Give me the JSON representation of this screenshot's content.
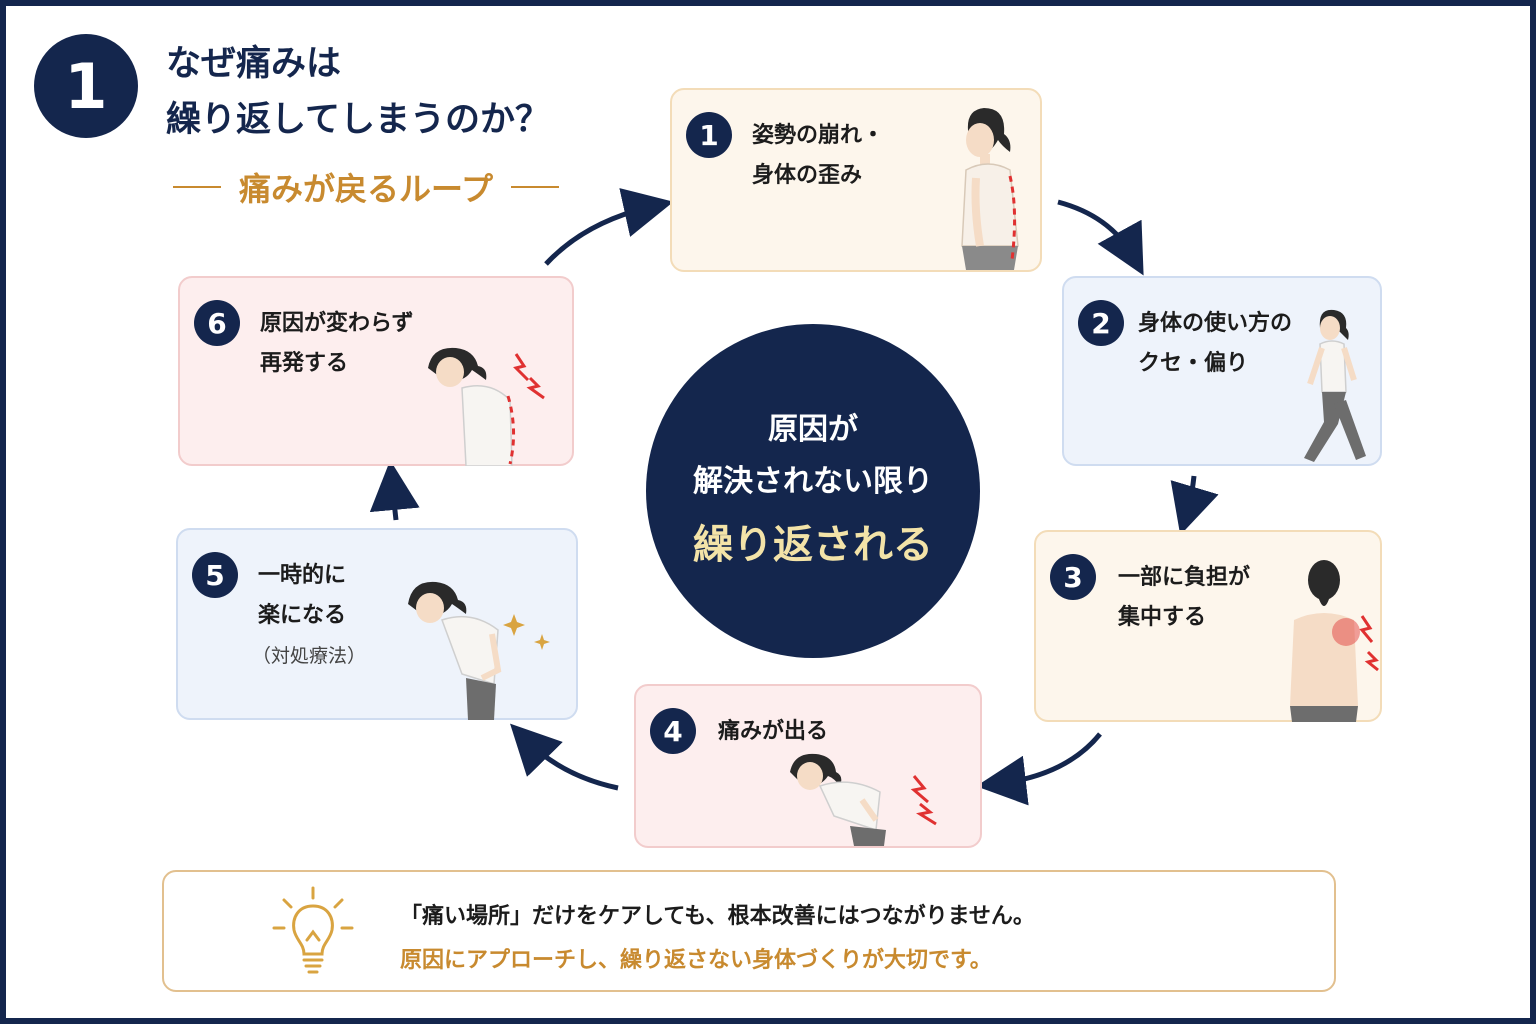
{
  "header": {
    "number": "1",
    "title_line1": "なぜ痛みは",
    "title_line2": "繰り返してしまうのか？",
    "subtitle": "痛みが戻るループ"
  },
  "center": {
    "line1": "原因が",
    "line2": "解決されない限り",
    "line3": "繰り返される"
  },
  "steps": [
    {
      "number": "1",
      "line1": "姿勢の崩れ・",
      "line2": "身体の歪み",
      "theme": "beige"
    },
    {
      "number": "2",
      "line1": "身体の使い方の",
      "line2": "クセ・偏り",
      "theme": "blue"
    },
    {
      "number": "3",
      "line1": "一部に負担が",
      "line2": "集中する",
      "theme": "beige"
    },
    {
      "number": "4",
      "line1": "痛みが出る",
      "line2": "",
      "theme": "pink"
    },
    {
      "number": "5",
      "line1": "一時的に",
      "line2": "楽になる",
      "note": "（対処療法）",
      "theme": "blue"
    },
    {
      "number": "6",
      "line1": "原因が変わらず",
      "line2": "再発する",
      "theme": "pink"
    }
  ],
  "tip": {
    "icon": "lightbulb-icon",
    "line1": "「痛い場所」だけをケアしても、根本改善にはつながりません。",
    "line2": "原因にアプローチし、繰り返さない身体づくりが大切です。"
  },
  "colors": {
    "navy": "#14264d",
    "gold": "#c88a2f",
    "beige_card": "#fdf6ec",
    "blue_card": "#eef3fb",
    "pink_card": "#fdeeee",
    "highlight": "#f3e3a8",
    "pain_red": "#e03131"
  }
}
